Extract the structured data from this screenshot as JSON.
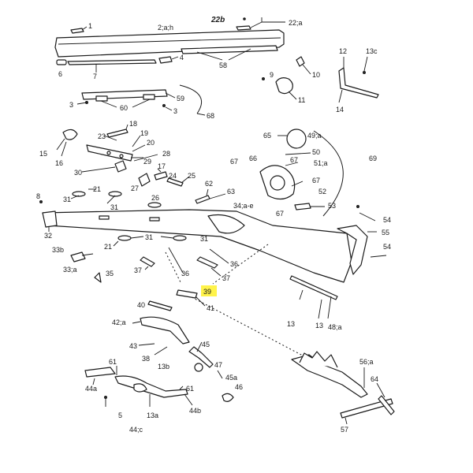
{
  "labels": {
    "l22b": "22b",
    "l22a": "22;a",
    "l1": "1",
    "l2ah": "2;a;h",
    "l58": "58",
    "l4": "4",
    "l6": "6",
    "l7": "7",
    "l3a": "3",
    "l3b": "3",
    "l59": "59",
    "l60": "60",
    "l68": "68",
    "l9": "9",
    "l10": "10",
    "l11": "11",
    "l12": "12",
    "l13c": "13c",
    "l14": "14",
    "l15": "15",
    "l16": "16",
    "l18": "18",
    "l23": "23",
    "l19": "19",
    "l20": "20",
    "l29": "29",
    "l28": "28",
    "l30": "30",
    "l17": "17",
    "l24": "24",
    "l25": "25",
    "l27": "27",
    "l26": "26",
    "l8": "8",
    "l21a": "21",
    "l31a": "31",
    "l31b": "31",
    "l62": "62",
    "l63": "63",
    "l65": "65",
    "l49a": "49;a",
    "l50": "50",
    "l67a": "67",
    "l66": "66",
    "l67b": "67",
    "l51a": "51;a",
    "l67c": "67",
    "l67d": "67",
    "l69": "69",
    "l52": "52",
    "l53": "53",
    "l34ae": "34;a-e",
    "l32": "32",
    "l54a": "54",
    "l55": "55",
    "l54b": "54",
    "l21b": "21",
    "l31c": "31",
    "l31d": "31",
    "l36a": "36",
    "l36b": "36",
    "l37a": "37",
    "l37b": "37",
    "l33b": "33b",
    "l33a": "33;a",
    "l35": "35",
    "l39": "39",
    "l40": "40",
    "l41": "41",
    "l42a": "42;a",
    "l43": "43",
    "l38": "38",
    "l13b": "13b",
    "l45": "45",
    "l47": "47",
    "l45a": "45a",
    "l46": "46",
    "l13x": "13",
    "l13y": "13",
    "l48a": "48;a",
    "l61a": "61",
    "l44a": "44a",
    "l5": "5",
    "l44c": "44;c",
    "l13a": "13a",
    "l61b": "61",
    "l44b": "44b",
    "l56a": "56;a",
    "l64": "64",
    "l57": "57"
  },
  "highlight_color": "#fff34a"
}
